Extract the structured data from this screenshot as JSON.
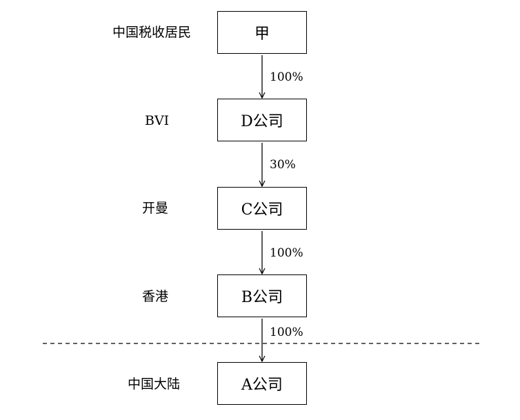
{
  "nodes": [
    {
      "label": "甲",
      "jurisdiction": "中国税收居民"
    },
    {
      "label": "D公司",
      "jurisdiction": "BVI"
    },
    {
      "label": "C公司",
      "jurisdiction": "开曼"
    },
    {
      "label": "B公司",
      "jurisdiction": "香港"
    },
    {
      "label": "A公司",
      "jurisdiction": "中国大陆"
    }
  ],
  "links": [
    {
      "from": "甲",
      "to": "D公司",
      "percent": "100%"
    },
    {
      "from": "D公司",
      "to": "C公司",
      "percent": "30%"
    },
    {
      "from": "C公司",
      "to": "B公司",
      "percent": "100%"
    },
    {
      "from": "B公司",
      "to": "A公司",
      "percent": "100%"
    }
  ],
  "colors": {
    "stroke": "#000000",
    "background": "#ffffff"
  }
}
